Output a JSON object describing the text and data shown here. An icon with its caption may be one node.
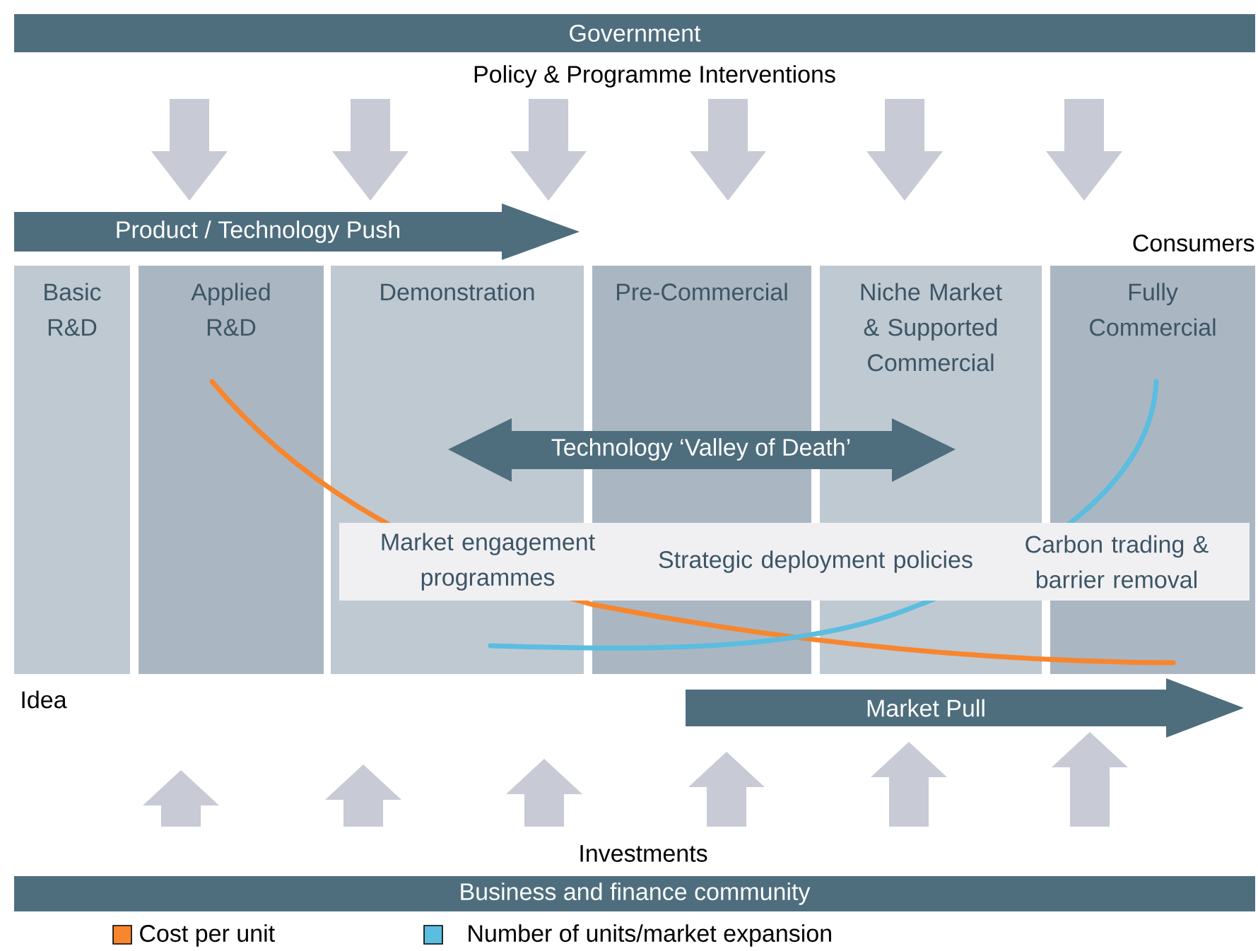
{
  "diagram": {
    "nodes": [
      {
        "text": [
          "Government"
        ]
      },
      {
        "text": [
          "Product / Technology Push"
        ]
      },
      {
        "text": [
          "Basic R&D"
        ]
      },
      {
        "text": [
          "Applied R&D"
        ]
      },
      {
        "text": [
          "Demonstration"
        ]
      },
      {
        "text": [
          "Pre-Commercial"
        ]
      },
      {
        "text": [
          "Niche Market & Supported Commercial"
        ]
      },
      {
        "text": [
          "Fully Commercial"
        ]
      },
      {
        "text": [
          "Technology ‘Valley of Death’"
        ]
      },
      {
        "text": [
          "Market engagement programmes",
          "Strategic deployment policies",
          "Carbon trading & barrier removal"
        ]
      },
      {
        "text": [
          "Market Pull"
        ]
      },
      {
        "text": [
          "Business and finance community"
        ]
      }
    ],
    "labels": [
      "Policy & Programme Interventions",
      "Consumers",
      "Idea",
      "Investments"
    ],
    "legend": [
      {
        "text": "Cost per unit",
        "color": "#f7862e"
      },
      {
        "text": "Number of units/market expansion",
        "color": "#5bbde0"
      }
    ]
  }
}
